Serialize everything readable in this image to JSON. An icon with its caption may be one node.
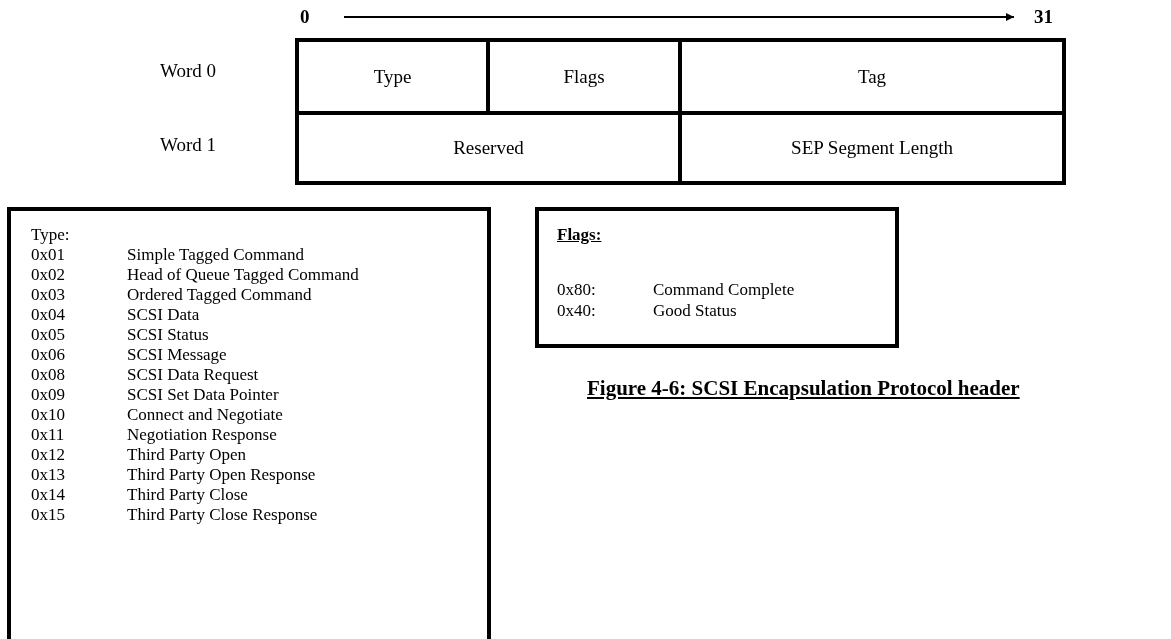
{
  "diagram": {
    "caption": "Figure 4-6: SCSI Encapsulation Protocol header",
    "nodes": [
      {
        "text": [
          "Type"
        ]
      },
      {
        "text": [
          "Flags"
        ]
      },
      {
        "text": [
          "Tag"
        ]
      },
      {
        "text": [
          "Reserved"
        ]
      },
      {
        "text": [
          "SEP Segment Length"
        ]
      },
      {
        "text": [
          "Type:",
          "0x01",
          "Simple Tagged Command",
          "0x02",
          "Head of Queue Tagged Command",
          "0x03",
          "Ordered Tagged Command",
          "0x04",
          "SCSI Data",
          "0x05",
          "SCSI Status",
          "0x06",
          "SCSI Message",
          "0x08",
          "SCSI Data Request",
          "0x09",
          "SCSI Set Data Pointer",
          "0x10",
          "Connect and Negotiate",
          "0x11",
          "Negotiation Response",
          "0x12",
          "Third Party Open",
          "0x13",
          "Third Party Open Response",
          "0x14",
          "Third Party Close",
          "0x15",
          "Third Party Close Response"
        ]
      },
      {
        "text": [
          "Flags:",
          "0x80:",
          "Command Complete",
          "0x40:",
          "Good Status"
        ]
      }
    ],
    "labels": [
      "0",
      "31",
      "Word 0",
      "Word 1"
    ]
  }
}
